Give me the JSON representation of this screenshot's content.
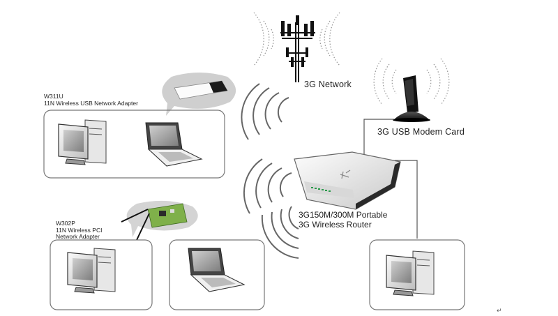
{
  "network": {
    "tower_label": "3G Network",
    "modem_label": "3G USB Modem Card",
    "router": {
      "line1": "3G150M/300M Portable",
      "line2": "3G Wireless Router"
    },
    "usb_adapter": {
      "model": "W311U",
      "description": "11N Wireless USB Network Adapter"
    },
    "pci_adapter": {
      "model": "W302P",
      "line1": "11N Wireless PCI",
      "line2": "Network Adapter"
    },
    "page_mark": "↵"
  },
  "colors": {
    "background": "#ffffff",
    "outline": "#555555",
    "wave": "#666666",
    "dotted_wave": "#999999",
    "pcb_green": "#7fb04a",
    "router_body": "#e9e9e9"
  },
  "icons": [
    "cell-tower-icon",
    "usb-modem-icon",
    "router-icon",
    "usb-adapter-icon",
    "pci-card-icon",
    "desktop-pc-icon",
    "laptop-icon"
  ]
}
